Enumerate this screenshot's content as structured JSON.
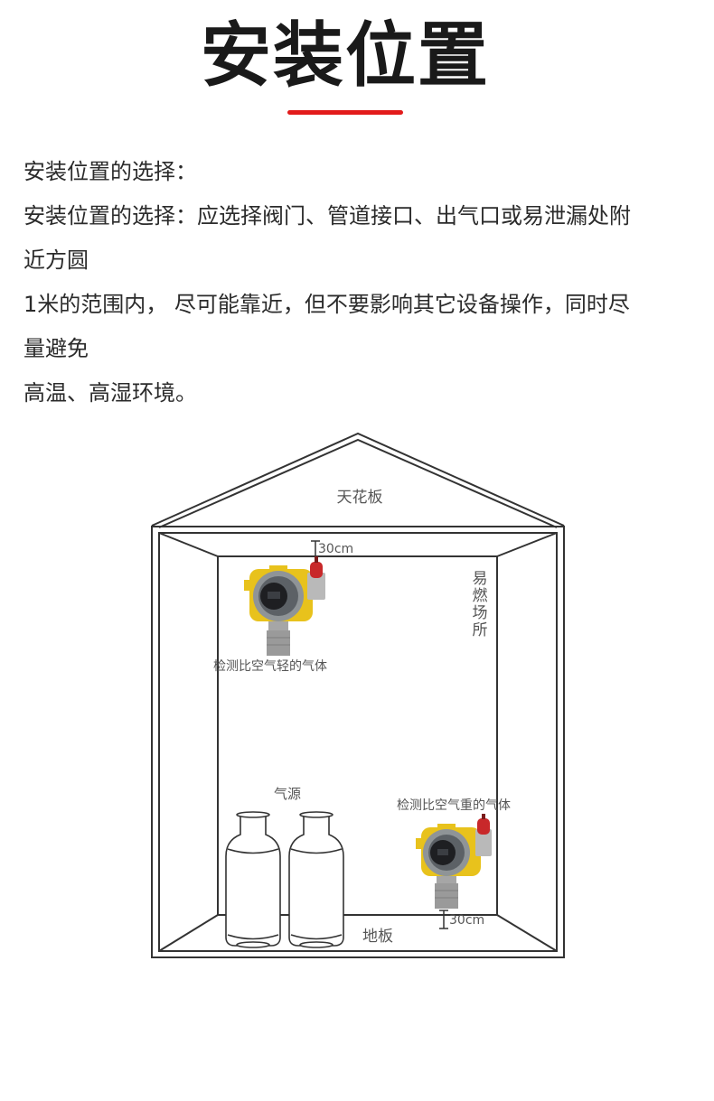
{
  "header": {
    "title": "安装位置",
    "accent_color": "#e21b1b"
  },
  "body": {
    "lines": [
      "安装位置的选择：",
      "安装位置的选择：应选择阀门、管道接口、出气口或易泄漏处附",
      "近方圆",
      "1米的范围内， 尽可能靠近，但不要影响其它设备操作，同时尽",
      "量避免",
      "高温、高湿环境。"
    ]
  },
  "diagram": {
    "ceiling_label": "天花板",
    "floor_label": "地板",
    "zone_label": [
      "易",
      "燃",
      "场",
      "所"
    ],
    "top_detector": {
      "distance_label": "30cm",
      "caption": "检测比空气轻的气体"
    },
    "bottom_detector": {
      "distance_label": "30cm",
      "caption": "检测比空气重的气体"
    },
    "gas_source_label": "气源",
    "colors": {
      "line": "#333333",
      "housing": "#e8c21c",
      "alarm_red": "#c8282a",
      "metal": "#9a9a9a"
    }
  }
}
